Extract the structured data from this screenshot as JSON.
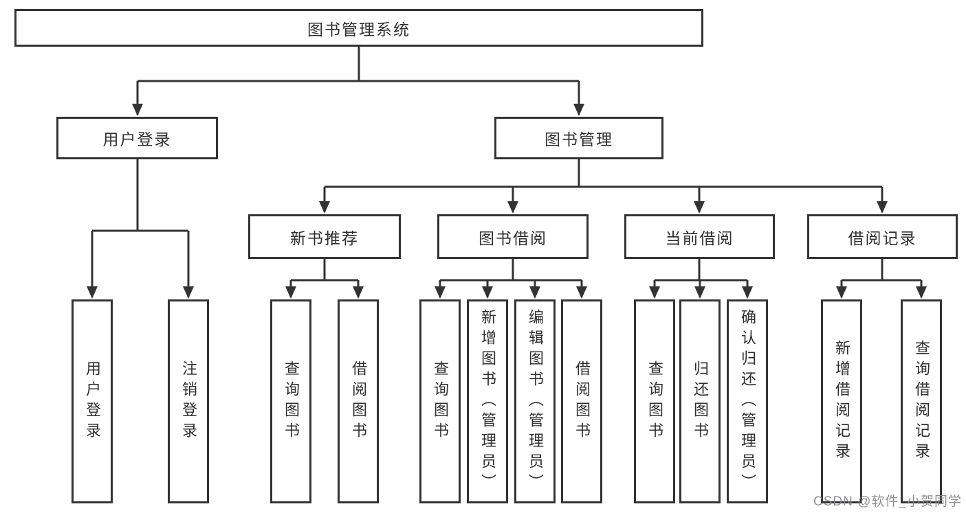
{
  "tree": {
    "label": "图书管理系统",
    "children": [
      {
        "label": "用户登录",
        "children": [
          {
            "label": "用户登录"
          },
          {
            "label": "注销登录"
          }
        ]
      },
      {
        "label": "图书管理",
        "children": [
          {
            "label": "新书推荐",
            "children": [
              {
                "label": "查询图书"
              },
              {
                "label": "借阅图书"
              }
            ]
          },
          {
            "label": "图书借阅",
            "children": [
              {
                "label": "查询图书"
              },
              {
                "label": "新增图书（管理员）"
              },
              {
                "label": "编辑图书（管理员）"
              },
              {
                "label": "借阅图书"
              }
            ]
          },
          {
            "label": "当前借阅",
            "children": [
              {
                "label": "查询图书"
              },
              {
                "label": "归还图书"
              },
              {
                "label": "确认归还（管理员）"
              }
            ]
          },
          {
            "label": "借阅记录",
            "children": [
              {
                "label": "新增借阅记录"
              },
              {
                "label": "查询借阅记录"
              }
            ]
          }
        ]
      }
    ]
  },
  "watermark": "CSDN @软件_小贺同学",
  "colors": {
    "line": "#333333",
    "text": "#2f2f2f",
    "watermark": "#86868e",
    "background": "#ffffff"
  }
}
